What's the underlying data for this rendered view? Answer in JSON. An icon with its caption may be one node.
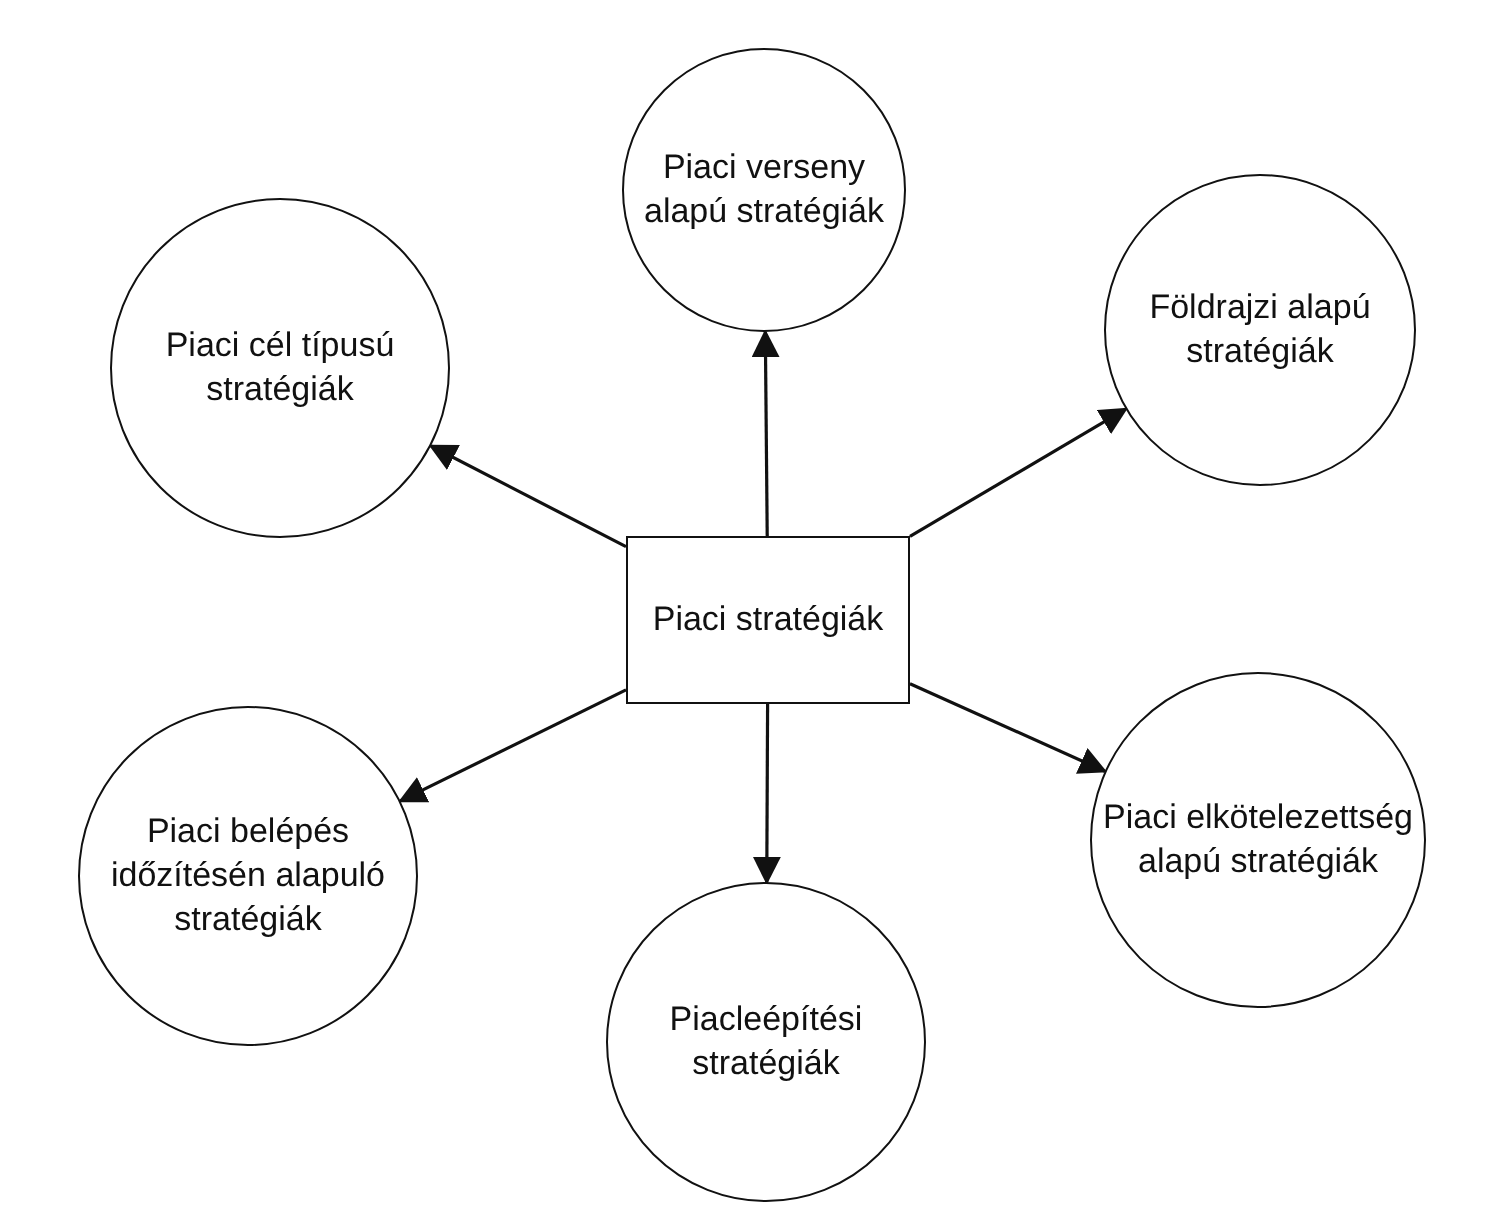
{
  "diagram": {
    "nodes": [
      {
        "text": [
          "Piaci stratégiák"
        ]
      },
      {
        "text": [
          "Piaci verseny alapú stratégiák"
        ]
      },
      {
        "text": [
          "Piaci cél típusú stratégiák"
        ]
      },
      {
        "text": [
          "Földrajzi alapú stratégiák"
        ]
      },
      {
        "text": [
          "Piaci belépés időzítésén alapuló stratégiák"
        ]
      },
      {
        "text": [
          "Piacleépítési stratégiák"
        ]
      },
      {
        "text": [
          "Piaci elkötelezettség alapú stratégiák"
        ]
      }
    ],
    "edges": [
      {
        "from": 0,
        "to": 1,
        "arrow": "to"
      },
      {
        "from": 0,
        "to": 2,
        "arrow": "to"
      },
      {
        "from": 0,
        "to": 3,
        "arrow": "to"
      },
      {
        "from": 0,
        "to": 4,
        "arrow": "to"
      },
      {
        "from": 0,
        "to": 5,
        "arrow": "to"
      },
      {
        "from": 0,
        "to": 6,
        "arrow": "to"
      }
    ]
  }
}
